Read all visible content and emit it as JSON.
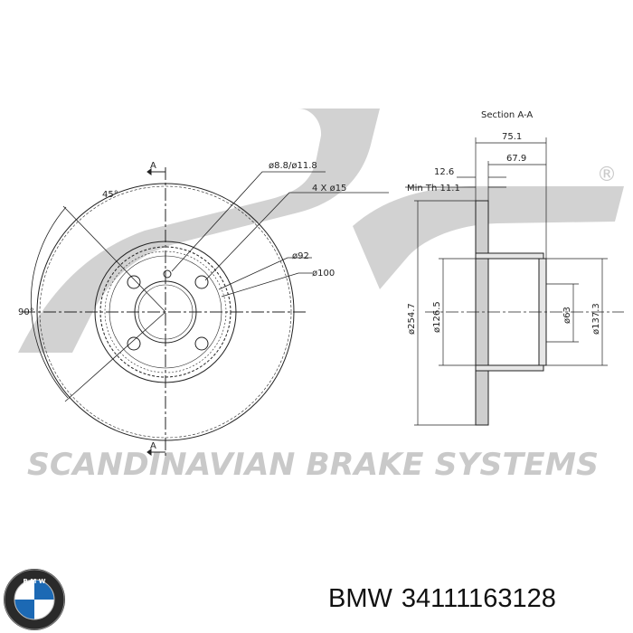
{
  "watermark": {
    "brand_text": "SCANDINAVIAN BRAKE SYSTEMS",
    "registered_mark": "®",
    "color": "#cfcfcf"
  },
  "front_view": {
    "section_marker_top": "A",
    "section_marker_bottom": "A",
    "angle_45": "45°",
    "angle_90": "90°",
    "hole_label": "ø8.8/ø11.8",
    "bolt_label": "4 X ø15",
    "pcd_label": "ø92",
    "center_label": "ø100"
  },
  "section_view": {
    "title": "Section A-A",
    "total_height": "75.1",
    "hat_height": "67.9",
    "thickness": "12.6",
    "min_thickness": "Min Th 11.1",
    "outer_diameter": "ø254.7",
    "hub_diameter": "ø126.5",
    "center_bore": "ø63",
    "hat_diameter": "ø137.3"
  },
  "footer": {
    "brand": "BMW",
    "part_number": "34111163128",
    "logo_letters": "B M W",
    "logo_blue": "#1c69b4"
  }
}
